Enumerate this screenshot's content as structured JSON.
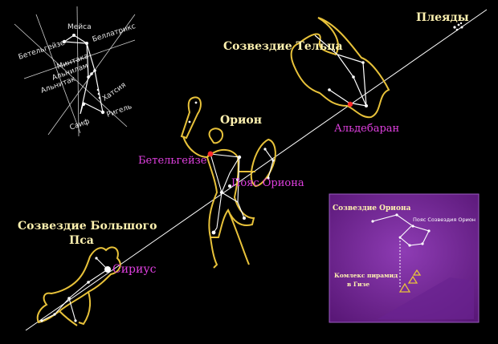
{
  "colors": {
    "background": "#000000",
    "gold": "#e8c23a",
    "cream_label": "#fff2b0",
    "magenta_label": "#e040e0",
    "star": "#ffffff",
    "red_star": "#ff2a2a",
    "inset_purple": "#7a2a9e"
  },
  "labels": {
    "pleiades": "Плеяды",
    "taurus": "Созвездие Тельца",
    "aldebaran": "Альдебаран",
    "orion": "Орион",
    "betelgeuse": "Бетельгейзе",
    "orion_belt": "Пояс Ориона",
    "canis_major_1": "Созвездие Большого",
    "canis_major_2": "Пса",
    "sirius": "Сириус"
  },
  "mini_map": {
    "meissa": "Мейса",
    "betelgeuse": "Бетельгейзе",
    "bellatrix": "Беллатрикс",
    "mintaka": "Минтака",
    "alnilam": "Альнилам",
    "alnitak": "Альнитак",
    "hatsya": "Хатсия",
    "rigel": "Ригель",
    "saiph": "Саиф"
  },
  "inset": {
    "title": "Созвездие Ориона",
    "belt": "Пояс Созвездия Орион",
    "giza_1": "Комлекс пирамид",
    "giza_2": "в Гизе"
  }
}
